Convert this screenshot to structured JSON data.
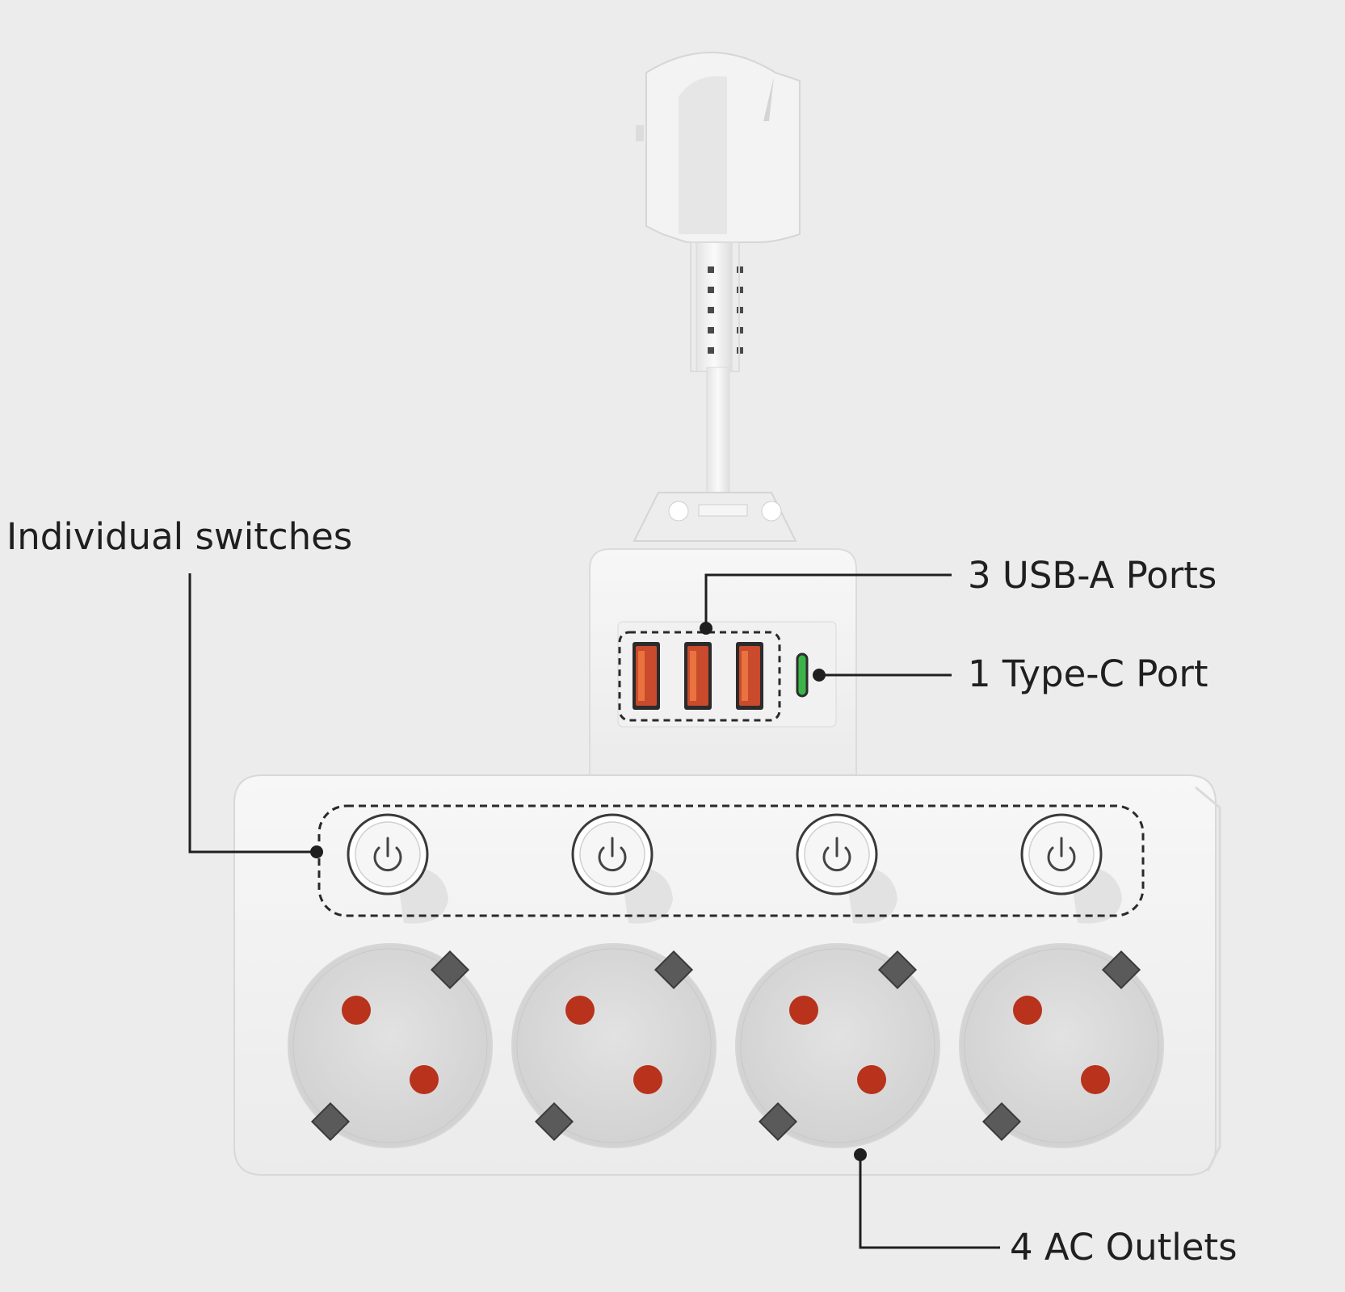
{
  "callouts": {
    "switches": "Individual switches",
    "usb_a": "3 USB-A Ports",
    "type_c": "1 Type-C Port",
    "ac": "4 AC Outlets"
  },
  "device": {
    "switch_count": 4,
    "outlet_count": 4,
    "usb_a_count": 3,
    "type_c_count": 1
  },
  "colors": {
    "background": "#ececec",
    "body": "#f4f4f4",
    "usb_port": "#c94a2c",
    "usb_port_inner": "#e8733f",
    "type_c_led": "#3bb54a",
    "outlet_pin": "#b8321c",
    "ground_clip": "#5a5a5a",
    "leader_line": "#1f1f1f"
  }
}
